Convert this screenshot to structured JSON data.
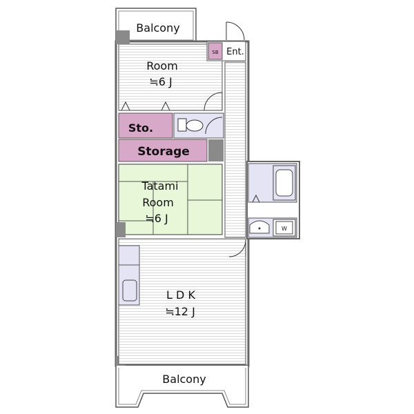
{
  "rooms": {
    "balcony_top": "Balcony",
    "entrance": "Ent.",
    "shoebox": "SB",
    "room_name": "Room",
    "room_size": "≒6 J",
    "storage_small": "Sto.",
    "storage": "Storage",
    "tatami_line1": "Tatami",
    "tatami_line2": "Room",
    "tatami_size": "≒6 J",
    "ldk_name": "L D K",
    "ldk_size": "≒12 J",
    "balcony_bottom": "Balcony",
    "washer": "W"
  },
  "colors": {
    "wall": "#8a8a8a",
    "floor": "#ffffff",
    "floor_lines": "#d0d0d0",
    "storage": "#d8a8c8",
    "tatami": "#e8f7d8",
    "wet_area": "#e4e4f4",
    "outline": "#444444"
  }
}
